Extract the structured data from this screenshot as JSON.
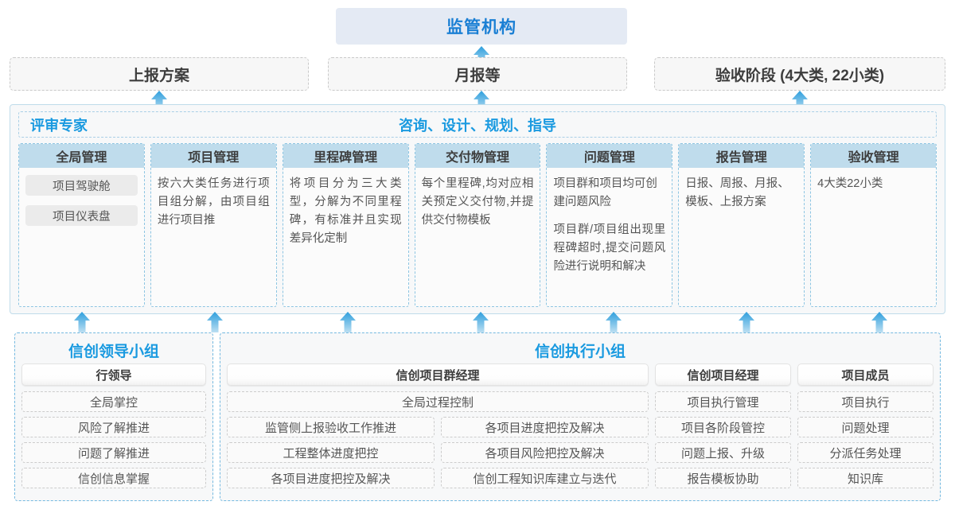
{
  "top": {
    "regulator_label": "监管机构",
    "reports": [
      {
        "label": "上报方案"
      },
      {
        "label": "月报等"
      },
      {
        "label": "验收阶段 (4大类, 22小类)"
      }
    ]
  },
  "middle": {
    "left_label": "评审专家",
    "center_label": "咨询、设计、规划、指导",
    "columns": [
      {
        "title": "全局管理",
        "pills": [
          "项目驾驶舱",
          "项目仪表盘"
        ],
        "paragraphs": []
      },
      {
        "title": "项目管理",
        "pills": [],
        "paragraphs": [
          "按六大类任务进行项目组分解，由项目组进行项目推"
        ]
      },
      {
        "title": "里程碑管理",
        "pills": [],
        "paragraphs": [
          "将项目分为三大类型，分解为不同里程碑，有标准并且实现差异化定制"
        ]
      },
      {
        "title": "交付物管理",
        "pills": [],
        "paragraphs": [
          "每个里程碑,均对应相关预定义交付物,并提供交付物模板"
        ]
      },
      {
        "title": "问题管理",
        "pills": [],
        "paragraphs": [
          "项目群和项目均可创建问题风险",
          "项目群/项目组出现里程碑超时,提交问题风险进行说明和解决"
        ]
      },
      {
        "title": "报告管理",
        "pills": [],
        "paragraphs": [
          "日报、周报、月报、模板、上报方案"
        ]
      },
      {
        "title": "验收管理",
        "pills": [],
        "paragraphs": [
          "4大类22小类"
        ]
      }
    ]
  },
  "bottom": {
    "lead_group": {
      "title": "信创领导小组",
      "role": "行领导",
      "items": [
        "全局掌控",
        "风险了解推进",
        "问题了解推进",
        "信创信息掌握"
      ]
    },
    "exec_group": {
      "title": "信创执行小组",
      "pm_group": {
        "role": "信创项目群经理",
        "full_item": "全局过程控制",
        "left_items": [
          "监管侧上报验收工作推进",
          "工程整体进度把控",
          "各项目进度把控及解决"
        ],
        "right_items": [
          "各项目进度把控及解决",
          "各项目风险把控及解决",
          "信创工程知识库建立与迭代"
        ]
      },
      "pm": {
        "role": "信创项目经理",
        "items": [
          "项目执行管理",
          "项目各阶段管控",
          "问题上报、升级",
          "报告模板协助"
        ]
      },
      "member": {
        "role": "项目成员",
        "items": [
          "项目执行",
          "问题处理",
          "分派任务处理",
          "知识库"
        ]
      }
    }
  },
  "icons": {
    "arrow_up": "arrow-up-icon"
  },
  "colors": {
    "accent_blue": "#1a9ae0",
    "title_blue": "#1a7fd4",
    "header_fill": "#bfdcec",
    "top_fill": "#e4eaf4",
    "arrow": "#4aa8e0"
  }
}
